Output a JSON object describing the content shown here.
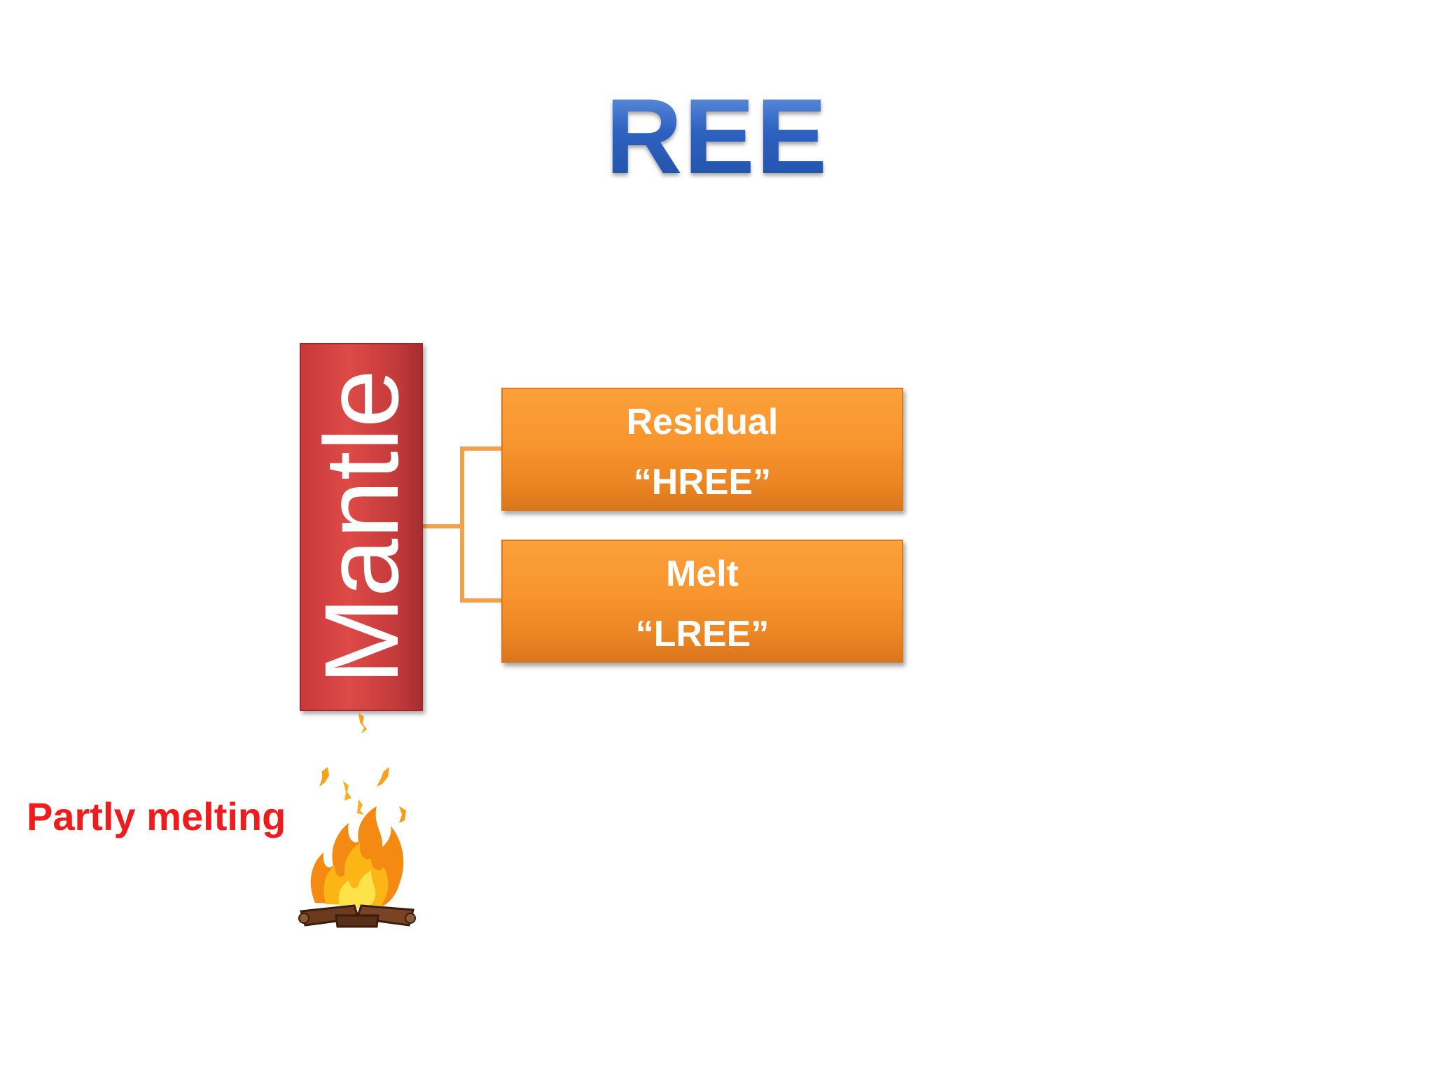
{
  "slide": {
    "title": "REE",
    "colors": {
      "title": "#2f5fb5",
      "mantle_box": "#d44342",
      "branch_box": "#f8952e",
      "connector": "#f7a04a",
      "annotation": "#ee1c1c"
    }
  },
  "diagram": {
    "root": {
      "label": "Mantle"
    },
    "branches": [
      {
        "line1": "Residual",
        "line2": "“HREE”"
      },
      {
        "line1": "Melt",
        "line2": "“LREE”"
      }
    ]
  },
  "annotation": {
    "label": "Partly melting",
    "icon": "campfire-icon"
  }
}
